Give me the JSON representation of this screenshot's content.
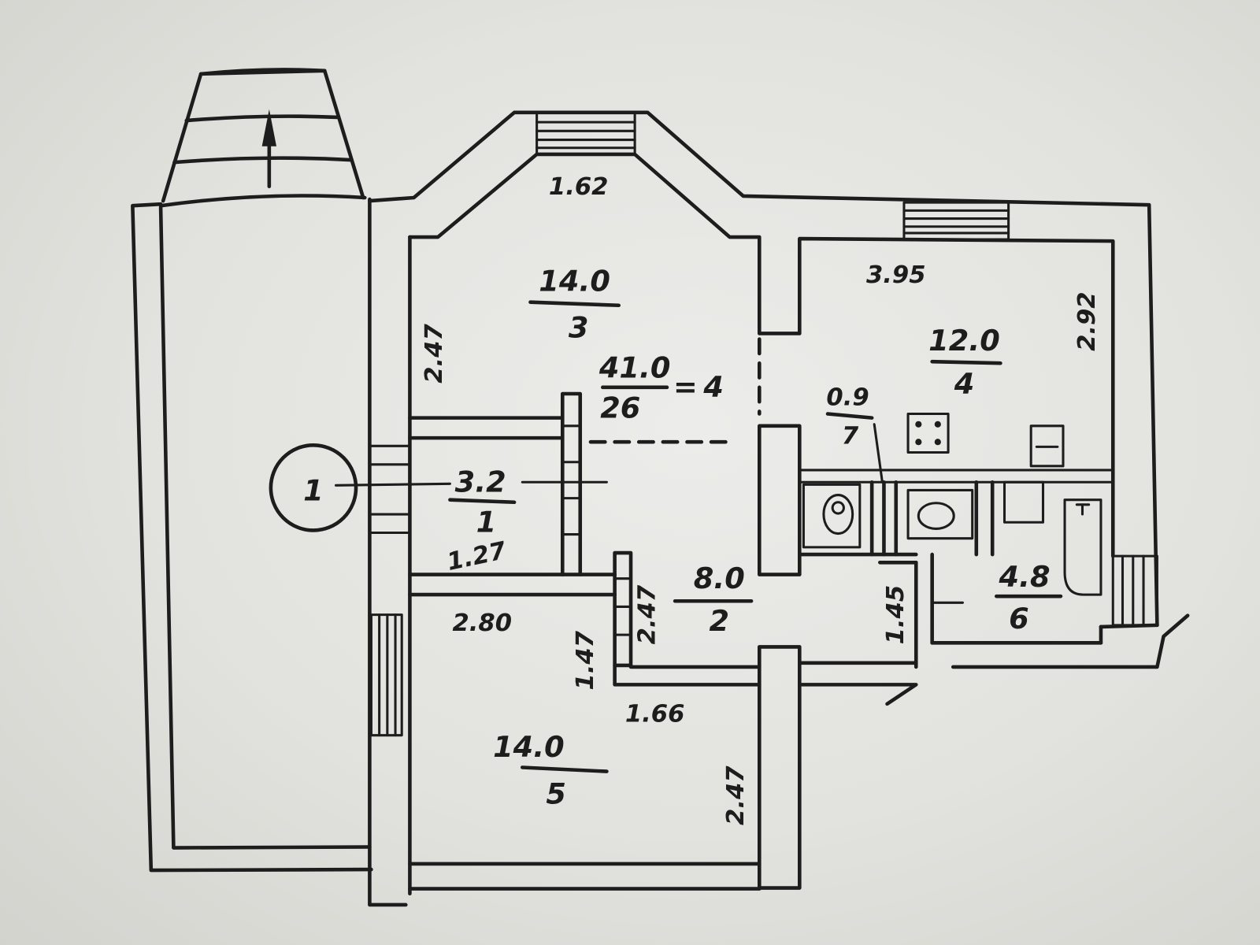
{
  "plan": {
    "colors": {
      "paper": "#e2e2de",
      "ink": "#1d1d1d"
    },
    "marker": {
      "loggia": "1"
    },
    "bay_room": {
      "window_dim": "1.62",
      "area": "14.0",
      "number": "3",
      "wall_dim": "2.47"
    },
    "summary": {
      "top": "41.0",
      "bottom": "26",
      "sign": "=",
      "value": "4"
    },
    "kitchen": {
      "width_dim": "3.95",
      "depth_dim": "2.92",
      "area": "12.0",
      "number": "4"
    },
    "wc": {
      "area": "0.9",
      "number": "7"
    },
    "hall": {
      "area": "3.2",
      "number": "1",
      "dim": "1.27"
    },
    "corridor": {
      "area": "8.0",
      "number": "2",
      "dim_a": "2.47",
      "dim_b": "1.47"
    },
    "room_5": {
      "dim_left": "2.80",
      "dim_right": "1.66",
      "area": "14.0",
      "number": "5",
      "wall_dim": "2.47"
    },
    "bath": {
      "area": "4.8",
      "number": "6",
      "dim": "1.45"
    },
    "icons": [
      "stair-arrow-icon",
      "stove-icon",
      "toilet-icon",
      "sink-icon",
      "bathtub-icon"
    ]
  }
}
